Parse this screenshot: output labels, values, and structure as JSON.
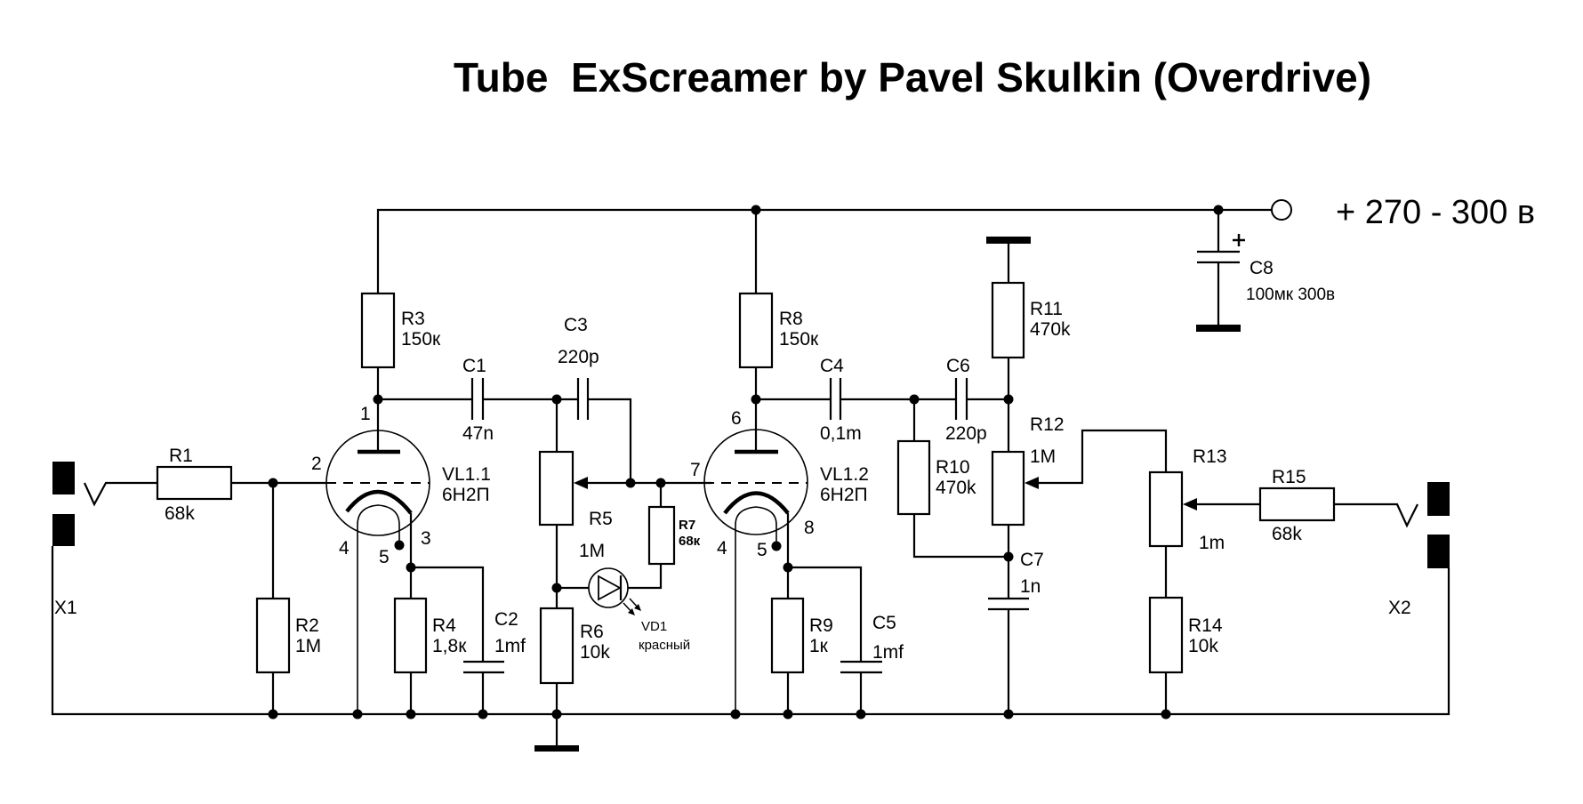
{
  "title": "Tube  ExScreamer by Pavel Skulkin (Overdrive)",
  "supply": {
    "label": "+ 270 - 300 в"
  },
  "connectors": {
    "x1": {
      "ref": "X1"
    },
    "x2": {
      "ref": "X2"
    }
  },
  "tubes": {
    "vl11": {
      "ref": "VL1.1",
      "type": "6Н2П",
      "pins": {
        "anode": "1",
        "grid": "2",
        "cathode": "3",
        "heater_a": "4",
        "heater_b": "5"
      }
    },
    "vl12": {
      "ref": "VL1.2",
      "type": "6Н2П",
      "pins": {
        "anode": "6",
        "grid": "7",
        "cathode": "8",
        "heater_a": "4",
        "heater_b": "5"
      }
    }
  },
  "resistors": {
    "r1": {
      "ref": "R1",
      "value": "68k"
    },
    "r2": {
      "ref": "R2",
      "value": "1M"
    },
    "r3": {
      "ref": "R3",
      "value": "150к"
    },
    "r4": {
      "ref": "R4",
      "value": "1,8к"
    },
    "r5": {
      "ref": "R5",
      "value": "1M"
    },
    "r6": {
      "ref": "R6",
      "value": "10k"
    },
    "r7": {
      "ref": "R7",
      "value": "68к"
    },
    "r8": {
      "ref": "R8",
      "value": "150к"
    },
    "r9": {
      "ref": "R9",
      "value": "1к"
    },
    "r10": {
      "ref": "R10",
      "value": "470k"
    },
    "r11": {
      "ref": "R11",
      "value": "470k"
    },
    "r12": {
      "ref": "R12",
      "value": "1M"
    },
    "r13": {
      "ref": "R13",
      "value": "1m"
    },
    "r14": {
      "ref": "R14",
      "value": "10k"
    },
    "r15": {
      "ref": "R15",
      "value": "68k"
    }
  },
  "capacitors": {
    "c1": {
      "ref": "C1",
      "value": "47n"
    },
    "c2": {
      "ref": "C2",
      "value": "1mf"
    },
    "c3": {
      "ref": "C3",
      "value": "220p"
    },
    "c4": {
      "ref": "C4",
      "value": "0,1m"
    },
    "c5": {
      "ref": "C5",
      "value": "1mf"
    },
    "c6": {
      "ref": "C6",
      "value": "220p"
    },
    "c7": {
      "ref": "C7",
      "value": "1n"
    },
    "c8": {
      "ref": "C8",
      "value": "100мк 300в",
      "polarity": "+"
    }
  },
  "diodes": {
    "vd1": {
      "ref": "VD1",
      "color_note": "красный"
    }
  }
}
